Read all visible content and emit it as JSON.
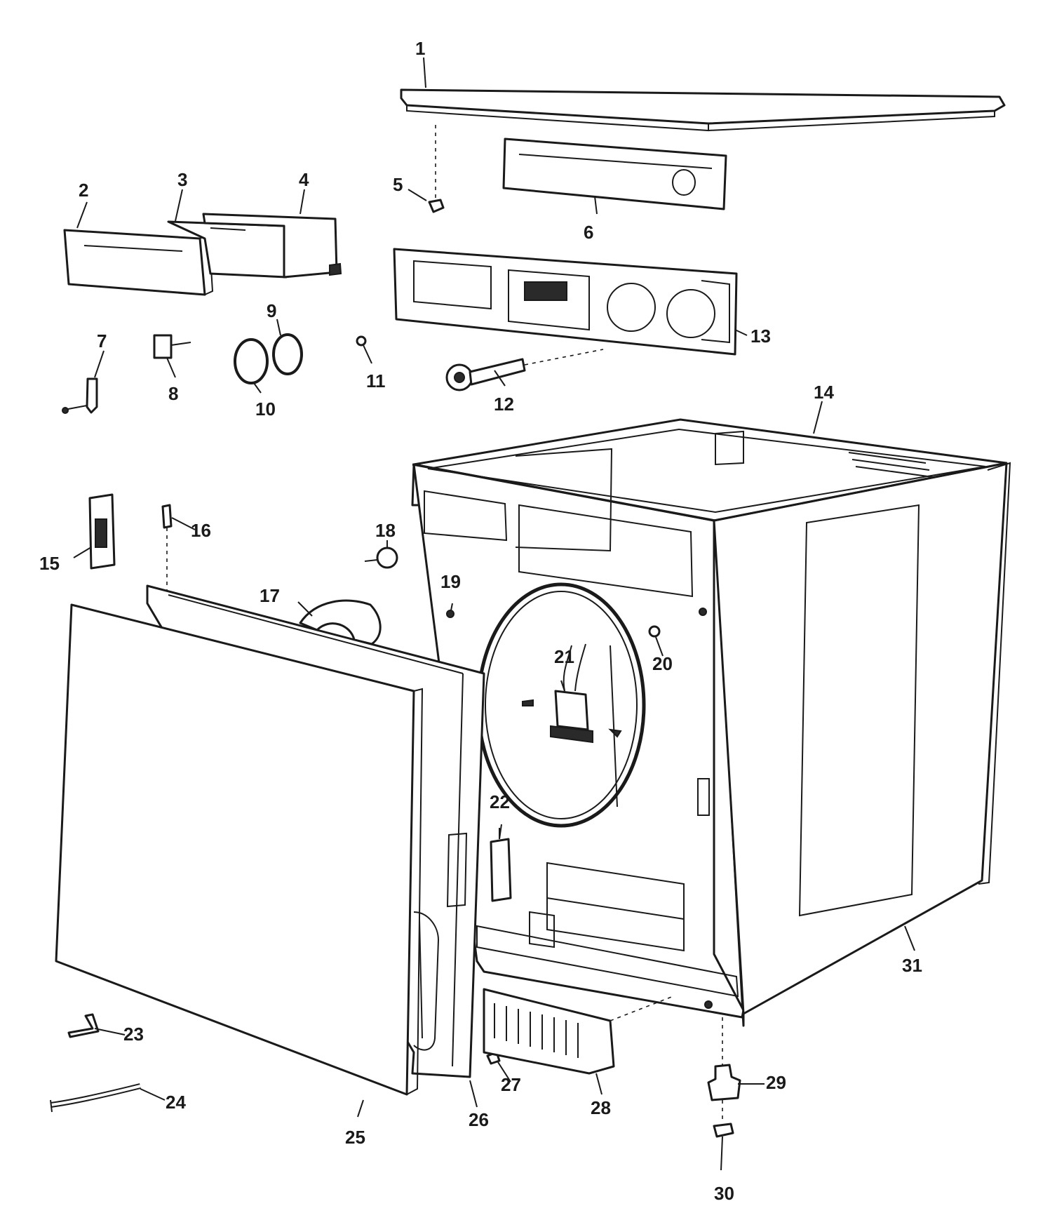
{
  "diagram": {
    "ink_color": "#1a1a1a",
    "background": "#ffffff",
    "callouts": [
      "1",
      "2",
      "3",
      "4",
      "5",
      "6",
      "7",
      "8",
      "9",
      "10",
      "11",
      "12",
      "13",
      "14",
      "15",
      "16",
      "17",
      "18",
      "19",
      "20",
      "21",
      "22",
      "23",
      "24",
      "25",
      "26",
      "27",
      "28",
      "29",
      "30",
      "31"
    ]
  }
}
